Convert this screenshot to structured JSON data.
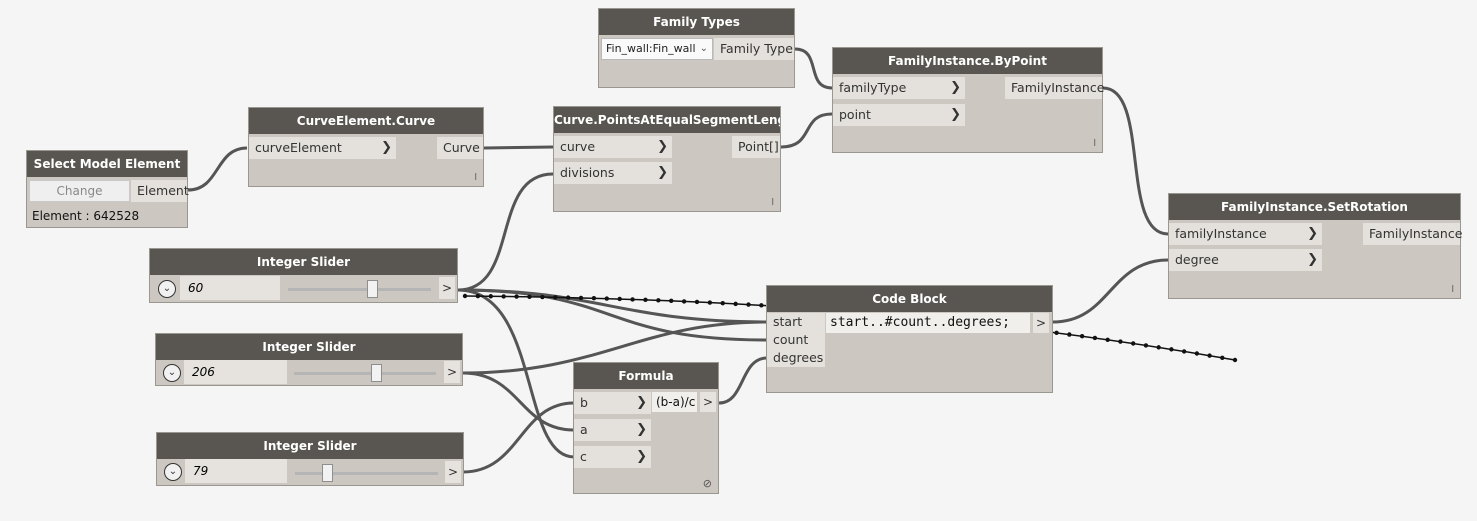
{
  "nodes": {
    "select_model": {
      "title": "Select Model Element",
      "button": "Change",
      "output": "Element",
      "status": "Element : 642528"
    },
    "curve_element": {
      "title": "CurveElement.Curve",
      "input": "curveElement",
      "output": "Curve",
      "lacing": "l"
    },
    "points_at_equal": {
      "title": "Curve.PointsAtEqualSegmentLength",
      "inputs": [
        "curve",
        "divisions"
      ],
      "output": "Point[]",
      "lacing": "l"
    },
    "family_types": {
      "title": "Family Types",
      "selected": "Fin_wall:Fin_wall",
      "output": "Family Type"
    },
    "family_by_point": {
      "title": "FamilyInstance.ByPoint",
      "inputs": [
        "familyType",
        "point"
      ],
      "output": "FamilyInstance",
      "lacing": "l"
    },
    "set_rotation": {
      "title": "FamilyInstance.SetRotation",
      "inputs": [
        "familyInstance",
        "degree"
      ],
      "output": "FamilyInstance",
      "lacing": "l"
    },
    "slider1": {
      "title": "Integer Slider",
      "value": "60",
      "fraction": 0.55,
      "output": ">"
    },
    "slider2": {
      "title": "Integer Slider",
      "value": "206",
      "fraction": 0.55,
      "output": ">"
    },
    "slider3": {
      "title": "Integer Slider",
      "value": "79",
      "fraction": 0.23,
      "output": ">"
    },
    "code_block": {
      "title": "Code Block",
      "inputs": [
        "start",
        "count",
        "degrees"
      ],
      "code": "start..#count..degrees;",
      "output": ">"
    },
    "formula": {
      "title": "Formula",
      "inputs": [
        "b",
        "a",
        "c"
      ],
      "expr": "(b-a)/c",
      "output": ">",
      "footer": "⊘"
    }
  },
  "icons": {
    "expander": "chevron-down-icon",
    "input_arrow": "chevron-right-icon"
  },
  "colors": {
    "header": "#595651",
    "body": "#ccc8c1",
    "port": "#e4e1dc",
    "wire": "#555555",
    "canvas": "#f5f5f5"
  }
}
